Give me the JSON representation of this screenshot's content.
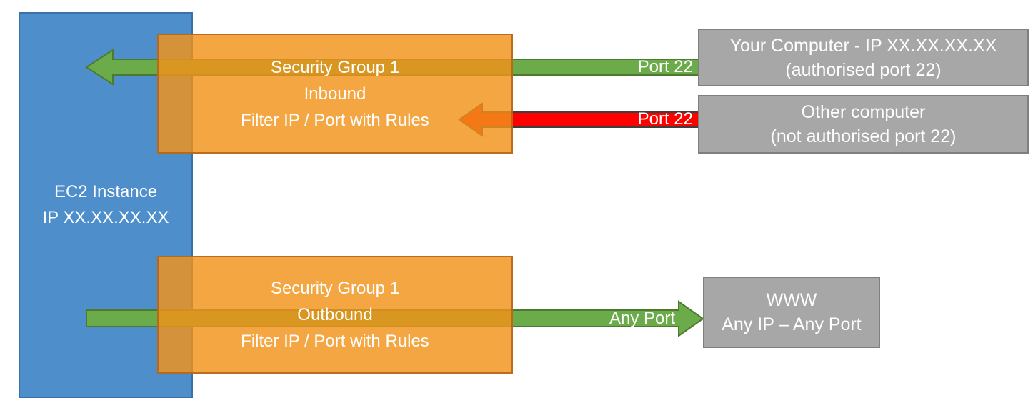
{
  "diagram": {
    "title_hint": "EC2 security group inbound/outbound filtering",
    "ec2": {
      "line1": "EC2 Instance",
      "line2": "IP XX.XX.XX.XX"
    },
    "sg_inbound": {
      "line1": "Security Group 1",
      "line2": "Inbound",
      "line3": "Filter IP / Port with Rules"
    },
    "sg_outbound": {
      "line1": "Security Group 1",
      "line2": "Outbound",
      "line3": "Filter IP / Port with Rules"
    },
    "your_computer": {
      "line1": "Your Computer - IP XX.XX.XX.XX",
      "line2": "(authorised port 22)"
    },
    "other_computer": {
      "line1": "Other computer",
      "line2": "(not authorised port 22)"
    },
    "www": {
      "line1": "WWW",
      "line2": "Any IP – Any Port"
    },
    "arrows": {
      "inbound_allowed_label": "Port 22",
      "inbound_blocked_label": "Port 22",
      "outbound_label": "Any Port"
    },
    "colors": {
      "ec2_fill": "#4E8ECB",
      "ec2_border": "#3C71A8",
      "security_group_fill": "#F29A1A",
      "security_group_border": "#B16216",
      "endpoint_fill": "#A7A7A7",
      "endpoint_border": "#7F7F7F",
      "allowed_arrow": "#6CAB49",
      "allowed_arrow_border": "#4E7A2F",
      "blocked_arrow": "#FF0000",
      "blocked_arrow_border": "#3F3F3F",
      "text": "#FFFFFF"
    }
  }
}
